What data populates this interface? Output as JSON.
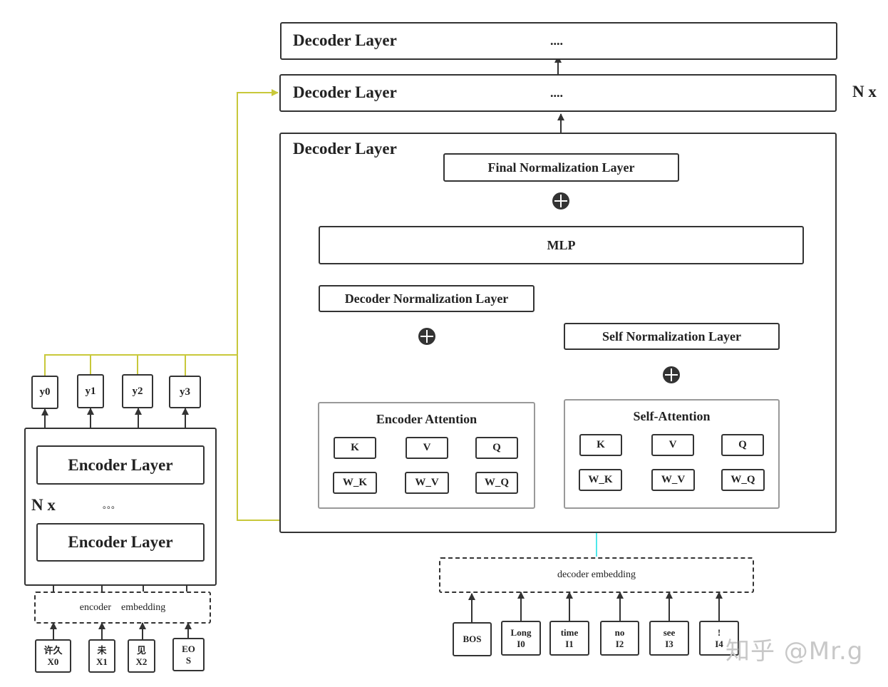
{
  "decoder": {
    "layer_label": "Decoder Layer",
    "ellipsis": "....",
    "repeat_label": "N x",
    "final_norm": "Final Normalization Layer",
    "mlp": "MLP",
    "decoder_norm": "Decoder Normalization Layer",
    "self_norm": "Self Normalization Layer",
    "encoder_attention": {
      "title": "Encoder Attention",
      "k": "K",
      "v": "V",
      "q": "Q",
      "wk": "W_K",
      "wv": "W_V",
      "wq": "W_Q"
    },
    "self_attention": {
      "title": "Self-Attention",
      "k": "K",
      "v": "V",
      "q": "Q",
      "wk": "W_K",
      "wv": "W_V",
      "wq": "W_Q"
    },
    "embedding": "decoder embedding",
    "tokens": [
      {
        "line1": "BOS",
        "line2": ""
      },
      {
        "line1": "Long",
        "line2": "I0"
      },
      {
        "line1": "time",
        "line2": "I1"
      },
      {
        "line1": "no",
        "line2": "I2"
      },
      {
        "line1": "see",
        "line2": "I3"
      },
      {
        "line1": "!",
        "line2": "I4"
      }
    ]
  },
  "encoder": {
    "layer_label": "Encoder Layer",
    "repeat_label": "N x",
    "dots": "。。。",
    "embedding_left": "encoder",
    "embedding_right": "embedding",
    "outputs": [
      "y0",
      "y1",
      "y2",
      "y3"
    ],
    "tokens": [
      {
        "line1": "许久",
        "line2": "X0"
      },
      {
        "line1": "未",
        "line2": "X1"
      },
      {
        "line1": "见",
        "line2": "X2"
      },
      {
        "line1": "EO",
        "line2": "S"
      }
    ]
  },
  "watermark": "知乎 @Mr.g",
  "colors": {
    "yellow": "#c8c83a",
    "teal": "#1aadb0",
    "cyan": "#4de8ea",
    "dark": "#333333"
  }
}
